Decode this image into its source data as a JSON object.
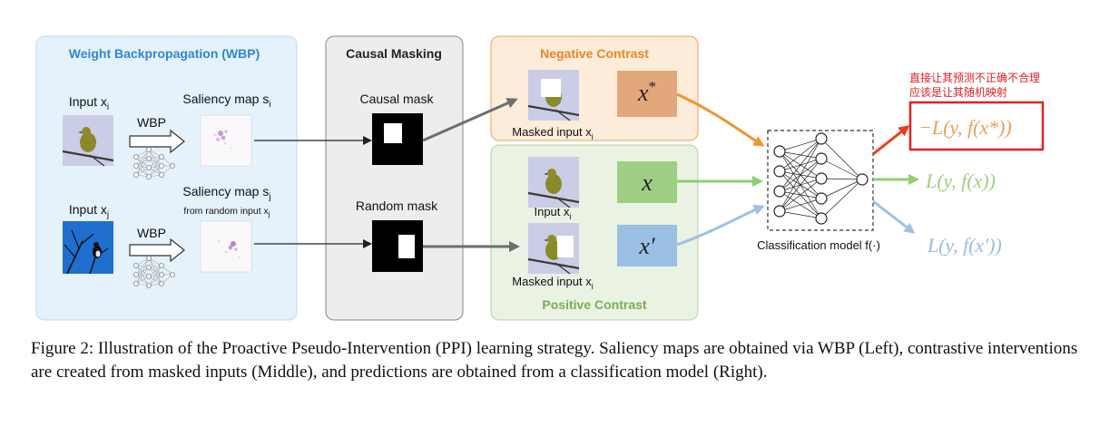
{
  "wbp_panel": {
    "title": "Weight Backpropagation (WBP)",
    "input_i": "Input x",
    "input_i_sub": "i",
    "input_j": "Input x",
    "input_j_sub": "j",
    "arrow_label": "WBP",
    "saliency_i": "Saliency map s",
    "saliency_i_sub": "i",
    "saliency_j": "Saliency map s",
    "saliency_j_sub": "j",
    "saliency_j_note": "from random input x",
    "saliency_j_note_sub": "j"
  },
  "masking_panel": {
    "title": "Causal Masking",
    "causal_mask": "Causal mask",
    "random_mask": "Random mask"
  },
  "negative_panel": {
    "title": "Negative Contrast",
    "masked_input": "Masked input x",
    "masked_input_sub": "i",
    "var": "x",
    "var_sup": "*"
  },
  "positive_panel": {
    "title": "Positive Contrast",
    "input": "Input x",
    "input_sub": "i",
    "masked_input": "Masked input x",
    "masked_input_sub": "i",
    "var_x": "x",
    "var_xprime": "x′"
  },
  "classifier": {
    "label": "Classification model f(·)"
  },
  "losses": {
    "neg": "−L(y, f(x*))",
    "pos": "L(y, f(x))",
    "pos_prime": "L(y, f(x′))"
  },
  "annotation": {
    "line1": "直接让其预测不正确不合理",
    "line2": "应该是让其随机映射"
  },
  "caption": "Figure 2: Illustration of the Proactive Pseudo-Intervention (PPI) learning strategy. Saliency maps are obtained via WBP (Left), contrastive interventions are created from masked inputs (Middle), and predictions are obtained from a classification model (Right).",
  "colors": {
    "wbp_bg": "#e5f2fc",
    "wbp_title": "#2f86d6",
    "masking_bg": "#ededed",
    "negative_bg": "#fdecd9",
    "negative_title": "#e8872a",
    "positive_bg": "#e9f2e3",
    "positive_title": "#78ae59",
    "x_star_box": "#e3a77c",
    "x_box": "#9fcf82",
    "x_prime_box": "#9cbfe4",
    "annotation_red": "#e02020"
  }
}
